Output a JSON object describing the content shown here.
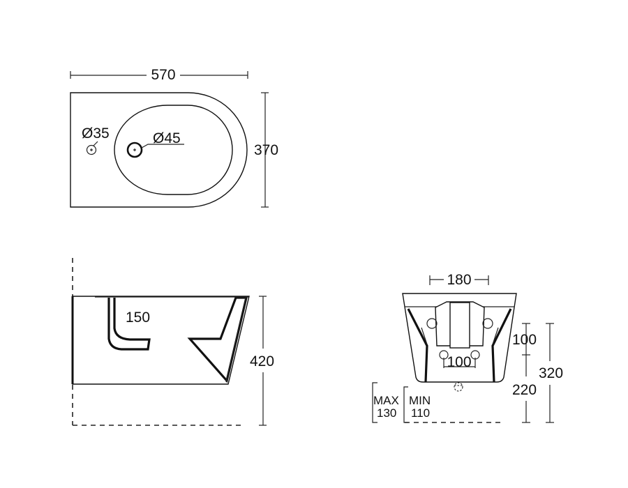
{
  "top_view": {
    "width_label": "570",
    "depth_label": "370",
    "small_hole_label": "Ø35",
    "large_hole_label": "Ø45"
  },
  "side_view": {
    "bowl_depth_label": "150",
    "height_label": "420"
  },
  "rear_view": {
    "width_label": "180",
    "upper_label": "100",
    "bolt_spacing_label": "100",
    "lower_label": "220",
    "total_label": "320",
    "max_label": "MAX",
    "max_value": "130",
    "min_label": "MIN",
    "min_value": "110"
  },
  "colors": {
    "line": "#111111",
    "background": "#ffffff"
  }
}
